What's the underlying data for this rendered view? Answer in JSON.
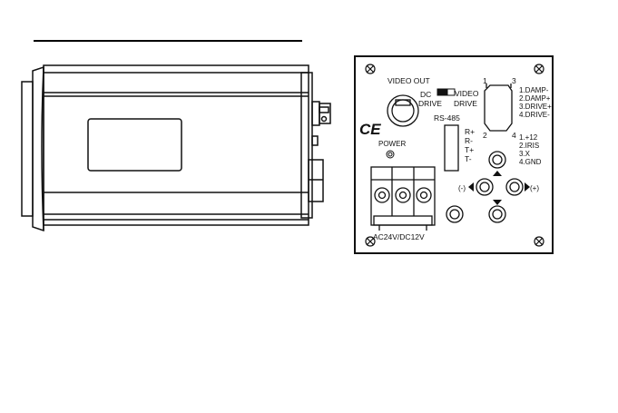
{
  "camera_side_view": {},
  "rear_panel": {
    "video_out_label": "VIDEO OUT",
    "dc_drive_label_line1": "DC",
    "dc_drive_label_line2": "DRIVE",
    "video_drive_label_line1": "VIDEO",
    "video_drive_label_line2": "DRIVE",
    "rs485_label": "RS-485",
    "rs485_pins": [
      "R+",
      "R-",
      "T+",
      "T-"
    ],
    "ce_mark": "CE",
    "power_label": "POWER",
    "power_connector_label": "AC24V/DC12V",
    "lens_connector_corners": [
      "1",
      "3",
      "2",
      "4"
    ],
    "lens_pins_upper": [
      "1.DAMP-",
      "2.DAMP+",
      "3.DRIVE+",
      "4.DRIVE-"
    ],
    "lens_pins_lower": [
      "1.+12",
      "2.IRIS",
      "3.X",
      "4.GND"
    ],
    "adjust_minus": "(-)",
    "adjust_plus": "(+)"
  }
}
